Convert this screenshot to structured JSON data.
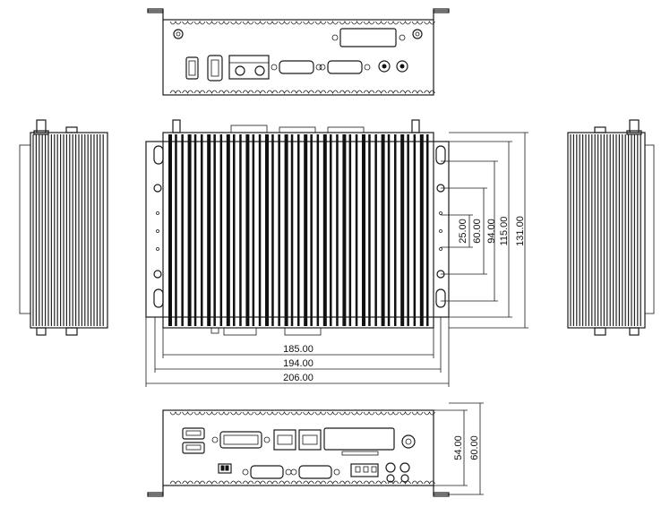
{
  "dimensions": {
    "width_185": "185.00",
    "width_194": "194.00",
    "width_206": "206.00",
    "height_25": "25.00",
    "height_60": "60.00",
    "height_94": "94.00",
    "height_115": "115.00",
    "height_131": "131.00",
    "depth_54": "54.00",
    "depth_60": "60.00"
  },
  "colors": {
    "line": "#1a1a1a",
    "background": "#ffffff"
  },
  "views": [
    "front-io-view",
    "left-side-view",
    "top-view",
    "right-side-view",
    "rear-io-view"
  ]
}
